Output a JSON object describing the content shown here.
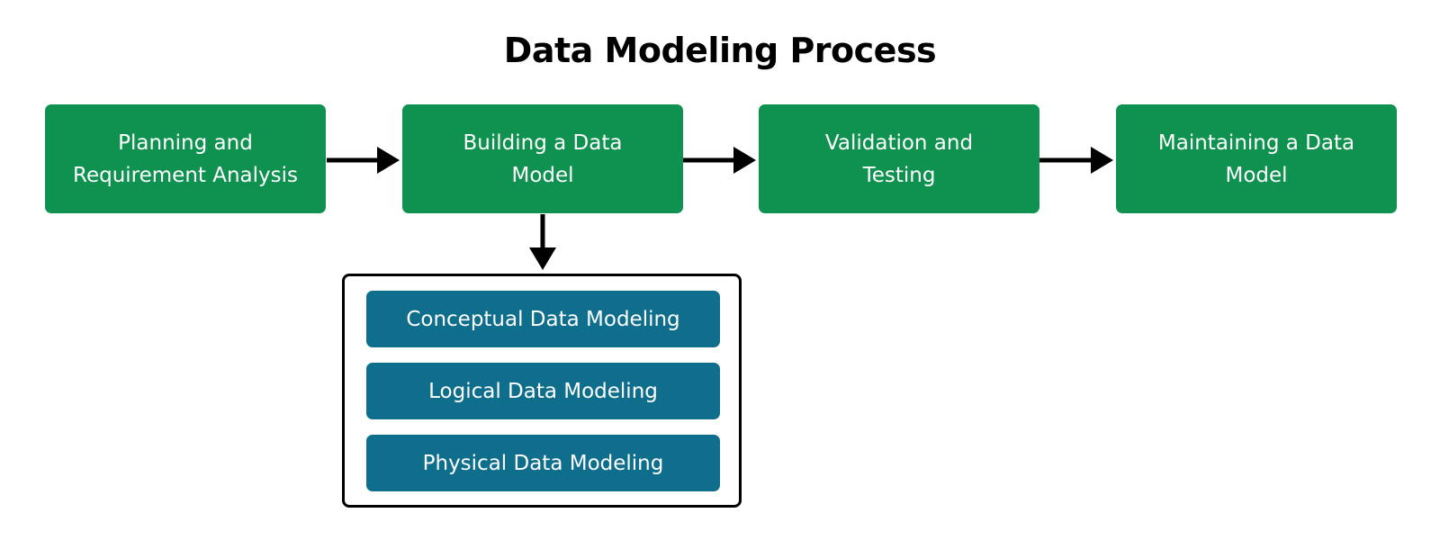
{
  "title": "Data Modeling Process",
  "steps": [
    {
      "line1": "Planning and",
      "line2": "Requirement Analysis"
    },
    {
      "line1": "Building a Data",
      "line2": "Model"
    },
    {
      "line1": "Validation and",
      "line2": "Testing"
    },
    {
      "line1": "Maintaining a Data",
      "line2": "Model"
    }
  ],
  "sub_steps": [
    "Conceptual Data Modeling",
    "Logical Data Modeling",
    "Physical Data Modeling"
  ],
  "colors": {
    "step_fill": "#0f9150",
    "sub_step_fill": "#0f6e8c",
    "arrow": "#000000",
    "text_on_box": "#ffffff"
  }
}
